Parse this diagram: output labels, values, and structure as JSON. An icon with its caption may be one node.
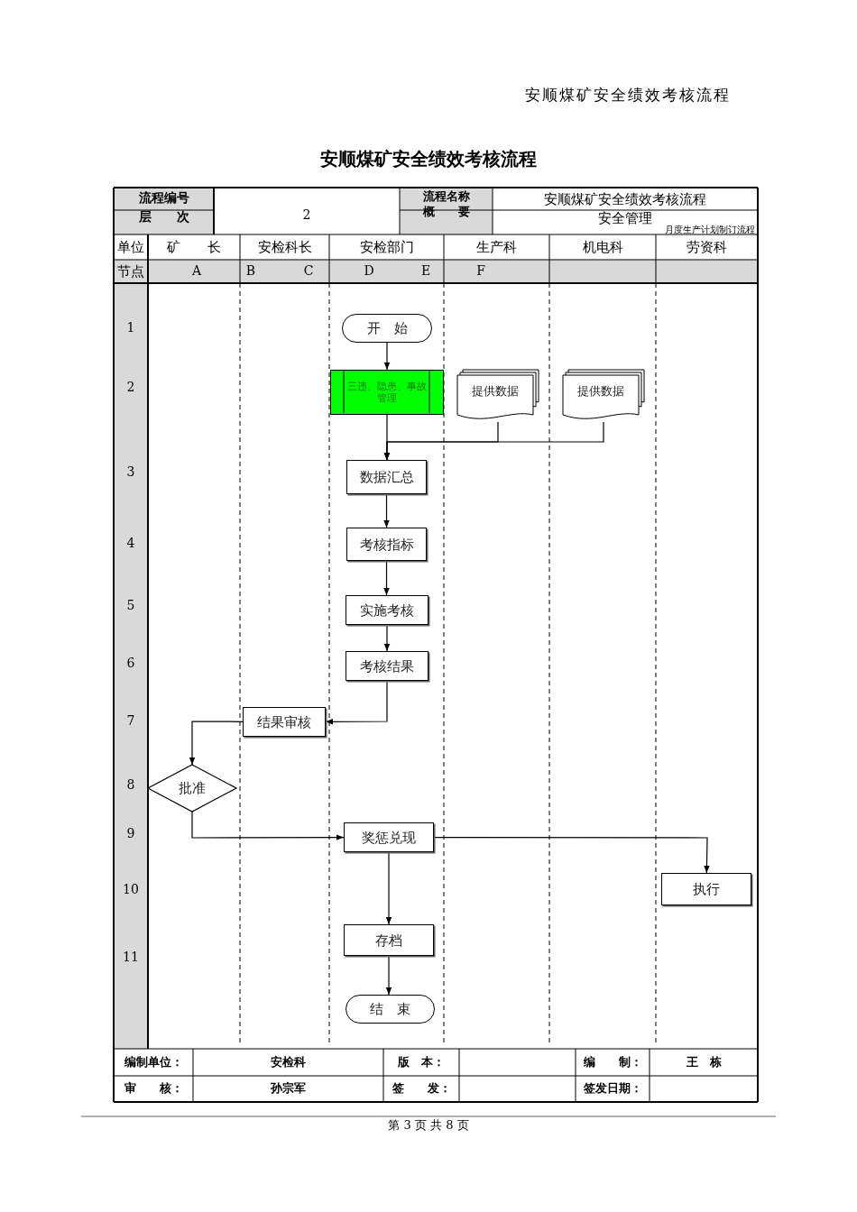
{
  "diagram": {
    "title": "安顺煤矿安全绩效考核流程",
    "nodes": [
      {
        "text": [
          "开　始"
        ]
      },
      {
        "text": [
          "三违、隐患、事故管理"
        ]
      },
      {
        "text": [
          "提供数据"
        ]
      },
      {
        "text": [
          "提供数据"
        ]
      },
      {
        "text": [
          "数据汇总"
        ]
      },
      {
        "text": [
          "考核指标"
        ]
      },
      {
        "text": [
          "实施考核"
        ]
      },
      {
        "text": [
          "考核结果"
        ]
      },
      {
        "text": [
          "结果审核"
        ]
      },
      {
        "text": [
          "批准"
        ]
      },
      {
        "text": [
          "奖惩兑现"
        ]
      },
      {
        "text": [
          "执行"
        ]
      },
      {
        "text": [
          "存档"
        ]
      },
      {
        "text": [
          "结　束"
        ]
      }
    ],
    "edges": [
      {
        "from": 0,
        "to": 1,
        "arrow": "to"
      },
      {
        "from": 1,
        "to": 4,
        "arrow": "to"
      },
      {
        "from": 2,
        "to": 4,
        "arrow": "to"
      },
      {
        "from": 3,
        "to": 4,
        "arrow": "to"
      },
      {
        "from": 4,
        "to": 5,
        "arrow": "to"
      },
      {
        "from": 5,
        "to": 6,
        "arrow": "to"
      },
      {
        "from": 6,
        "to": 7,
        "arrow": "to"
      },
      {
        "from": 7,
        "to": 8,
        "arrow": "to"
      },
      {
        "from": 8,
        "to": 9,
        "arrow": "to"
      },
      {
        "from": 9,
        "to": 10,
        "arrow": "to"
      },
      {
        "from": 10,
        "to": 11,
        "arrow": "to"
      },
      {
        "from": 10,
        "to": 12,
        "arrow": "to"
      },
      {
        "from": 12,
        "to": 13,
        "arrow": "to"
      }
    ],
    "labels": [
      "安顺煤矿安全绩效考核流程",
      "流程编号",
      "层　　次",
      "2",
      "流程名称",
      "概　　要",
      "安顺煤矿安全绩效考核流程",
      "安全管理",
      "月度生产计划制订流程",
      "单位",
      "矿　　长",
      "安检科长",
      "安检部门",
      "生产科",
      "机电科",
      "劳资科",
      "节点",
      "A",
      "B",
      "C",
      "D",
      "E",
      "F",
      "1",
      "2",
      "3",
      "4",
      "5",
      "6",
      "7",
      "8",
      "9",
      "10",
      "11",
      "编制单位：",
      "安检科",
      "版　本：",
      "编　　制：",
      "王　栋",
      "审　　核：",
      "孙宗军",
      "签　　发：",
      "签发日期：",
      "第 3 页 共 8 页"
    ]
  }
}
